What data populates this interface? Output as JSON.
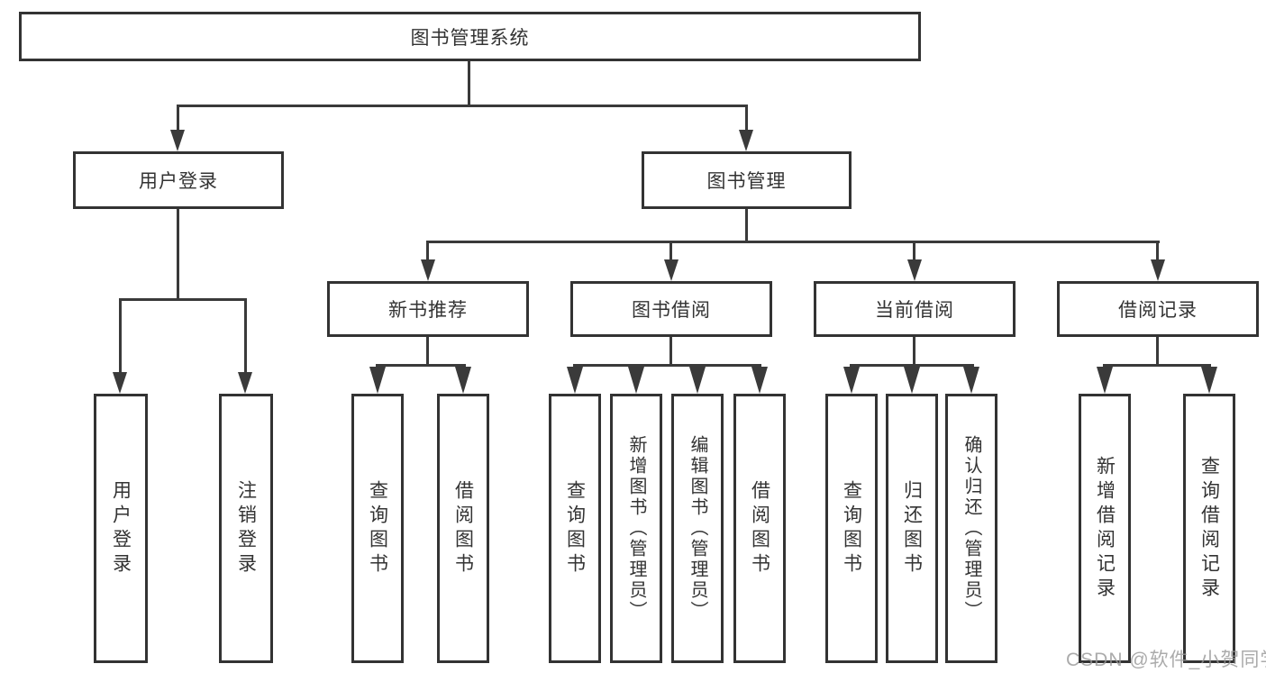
{
  "tree": {
    "root": {
      "label": "图书管理系统",
      "children": [
        {
          "label": "用户登录",
          "children": [
            {
              "label": "用户登录"
            },
            {
              "label": "注销登录"
            }
          ]
        },
        {
          "label": "图书管理",
          "children": [
            {
              "label": "新书推荐",
              "children": [
                {
                  "label": "查询图书"
                },
                {
                  "label": "借阅图书"
                }
              ]
            },
            {
              "label": "图书借阅",
              "children": [
                {
                  "label": "查询图书"
                },
                {
                  "label": "新增图书（管理员）"
                },
                {
                  "label": "编辑图书（管理员）"
                },
                {
                  "label": "借阅图书"
                }
              ]
            },
            {
              "label": "当前借阅",
              "children": [
                {
                  "label": "查询图书"
                },
                {
                  "label": "归还图书"
                },
                {
                  "label": "确认归还（管理员）"
                }
              ]
            },
            {
              "label": "借阅记录",
              "children": [
                {
                  "label": "新增借阅记录"
                },
                {
                  "label": "查询借阅记录"
                }
              ]
            }
          ]
        }
      ]
    }
  },
  "watermark": {
    "text": "CSDN @软件_小贺同学"
  },
  "colors": {
    "line": "#3a3a3a",
    "border": "#333333",
    "text": "#333333",
    "watermark": "#969696",
    "background": "#ffffff"
  }
}
